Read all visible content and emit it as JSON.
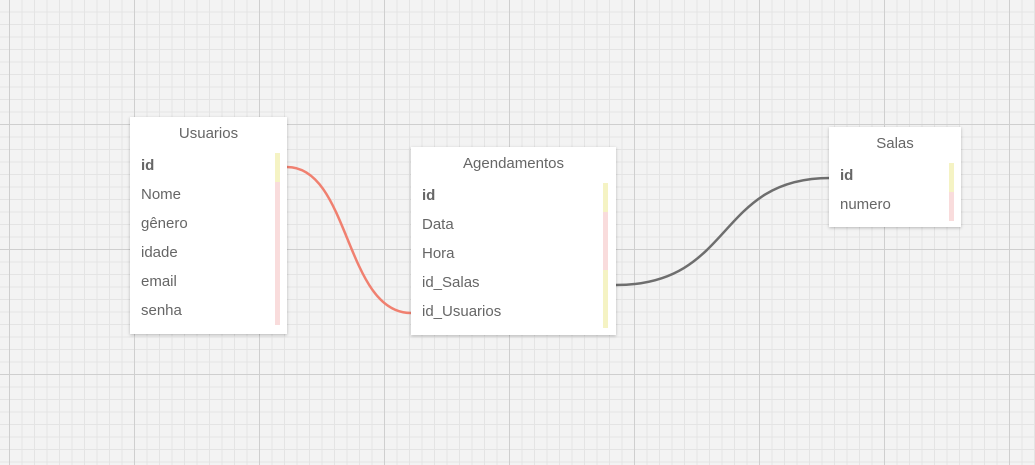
{
  "colors": {
    "pk_marker": "#f5f3c4",
    "fk_marker": "#f9dcdc",
    "link_usuarios": "#f08070",
    "link_salas": "#6e6e6e"
  },
  "tables": {
    "usuarios": {
      "title": "Usuarios",
      "fields": [
        {
          "name": "id",
          "pk": true
        },
        {
          "name": "Nome",
          "pk": false
        },
        {
          "name": "gênero",
          "pk": false
        },
        {
          "name": "idade",
          "pk": false
        },
        {
          "name": "email",
          "pk": false
        },
        {
          "name": "senha",
          "pk": false
        }
      ]
    },
    "agendamentos": {
      "title": "Agendamentos",
      "fields": [
        {
          "name": "id",
          "pk": true
        },
        {
          "name": "Data",
          "pk": false
        },
        {
          "name": "Hora",
          "pk": false
        },
        {
          "name": "id_Salas",
          "pk": false
        },
        {
          "name": "id_Usuarios",
          "pk": false
        }
      ]
    },
    "salas": {
      "title": "Salas",
      "fields": [
        {
          "name": "id",
          "pk": true
        },
        {
          "name": "numero",
          "pk": false
        }
      ]
    }
  },
  "relations": [
    {
      "from": "usuarios.id",
      "to": "agendamentos.id_Usuarios"
    },
    {
      "from": "salas.id",
      "to": "agendamentos.id_Salas"
    }
  ]
}
